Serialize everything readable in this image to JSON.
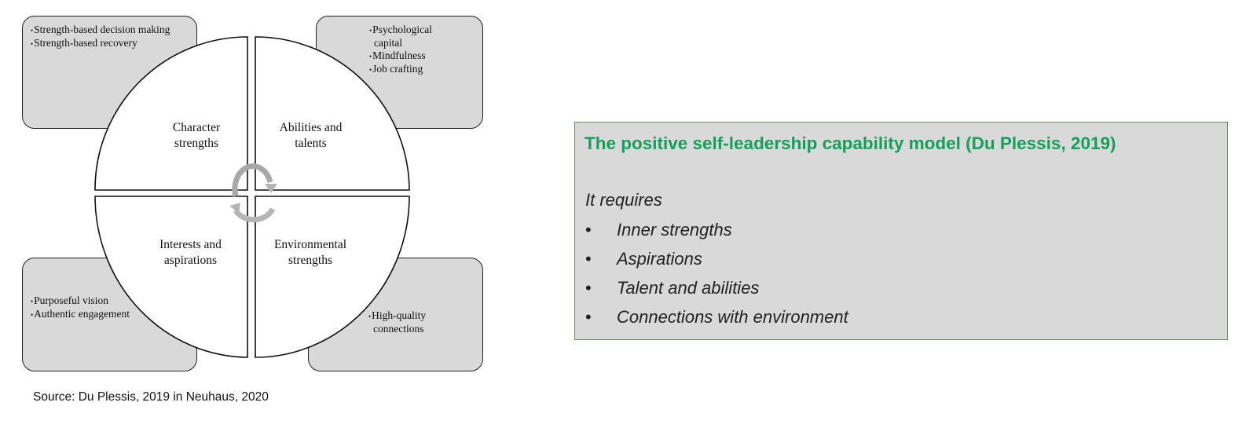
{
  "diagram": {
    "boxes": {
      "top_left": [
        "Strength-based decision making",
        "Strength-based recovery"
      ],
      "top_right": [
        "Psychological capital",
        "Mindfulness",
        "Job crafting"
      ],
      "bottom_left": [
        "Purposeful vision",
        "Authentic engagement"
      ],
      "bottom_right": [
        "High-quality connections"
      ]
    },
    "quadrants": {
      "top_left": "Character strengths",
      "top_right": "Abilities and talents",
      "bottom_left": "Interests and aspirations",
      "bottom_right": "Environmental strengths"
    },
    "source": "Source: Du Plessis, 2019 in Neuhaus, 2020"
  },
  "panel": {
    "title": "The positive self-leadership capability model (Du Plessis, 2019)",
    "intro": "It requires",
    "bullet": "•",
    "items": [
      "Inner strengths",
      "Aspirations",
      "Talent and abilities",
      "Connections with environment"
    ],
    "title_color": "#13a05a"
  }
}
